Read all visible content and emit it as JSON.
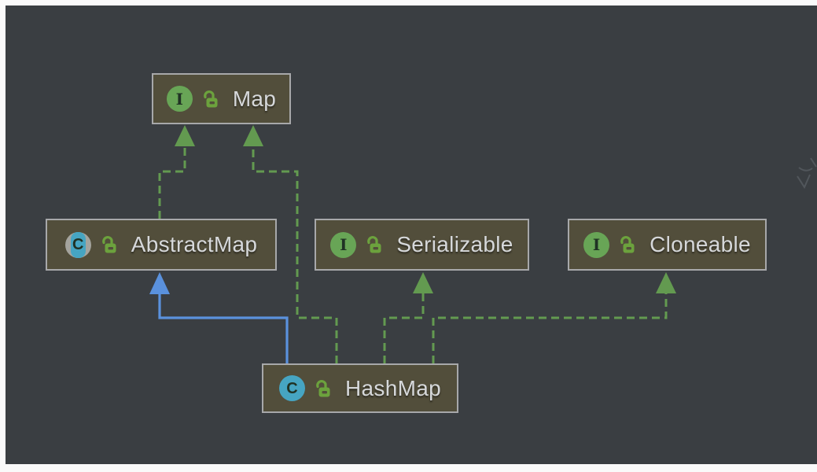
{
  "app": "IntelliJ IDEA UML class diagram",
  "diagram": {
    "nodes": [
      {
        "id": "map",
        "label": "Map",
        "kind": "interface",
        "badge_icon": "interface-icon",
        "badge_letter": "I",
        "visibility_icon": "unlocked-padlock-icon"
      },
      {
        "id": "abstractmap",
        "label": "AbstractMap",
        "kind": "abstract-class",
        "badge_icon": "abstract-class-icon",
        "badge_letter": "C",
        "visibility_icon": "unlocked-padlock-icon"
      },
      {
        "id": "serializable",
        "label": "Serializable",
        "kind": "interface",
        "badge_icon": "interface-icon",
        "badge_letter": "I",
        "visibility_icon": "unlocked-padlock-icon"
      },
      {
        "id": "cloneable",
        "label": "Cloneable",
        "kind": "interface",
        "badge_icon": "interface-icon",
        "badge_letter": "I",
        "visibility_icon": "unlocked-padlock-icon"
      },
      {
        "id": "hashmap",
        "label": "HashMap",
        "kind": "class",
        "badge_icon": "class-icon",
        "badge_letter": "C",
        "visibility_icon": "unlocked-padlock-icon"
      }
    ],
    "edges": [
      {
        "from": "AbstractMap",
        "to": "Map",
        "relationship": "implements",
        "line": "dashed",
        "color": "green"
      },
      {
        "from": "HashMap",
        "to": "Map",
        "relationship": "implements",
        "line": "dashed",
        "color": "green"
      },
      {
        "from": "HashMap",
        "to": "AbstractMap",
        "relationship": "extends",
        "line": "solid",
        "color": "blue"
      },
      {
        "from": "HashMap",
        "to": "Serializable",
        "relationship": "implements",
        "line": "dashed",
        "color": "green"
      },
      {
        "from": "HashMap",
        "to": "Cloneable",
        "relationship": "implements",
        "line": "dashed",
        "color": "green"
      }
    ],
    "colors": {
      "canvas": "#3a3e42",
      "frame": "#fafafa",
      "node_fill": "#524e3b",
      "node_border": "#a7a8aa",
      "label_text": "#d6d8da",
      "implements_green": "#639a50",
      "extends_blue": "#5a91dd",
      "interface_badge": "#68a556",
      "class_badge": "#46a5c2",
      "abstract_badge_ring": "#a4a49e",
      "padlock_green": "#6ca23d"
    }
  }
}
